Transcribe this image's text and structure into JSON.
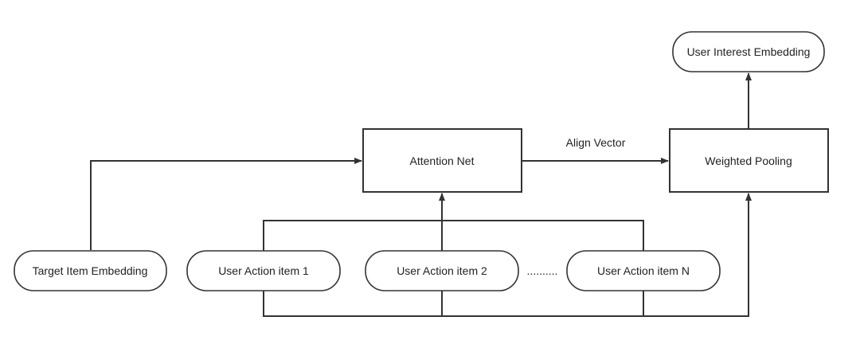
{
  "nodes": {
    "user_interest_embedding": "User Interest Embedding",
    "attention_net": "Attention Net",
    "weighted_pooling": "Weighted Pooling",
    "target_item_embedding": "Target Item Embedding",
    "user_action_item_1": "User Action item 1",
    "user_action_item_2": "User Action item 2",
    "user_action_item_n": "User Action item N"
  },
  "edge_labels": {
    "align_vector": "Align Vector"
  },
  "ellipsis": ".........."
}
